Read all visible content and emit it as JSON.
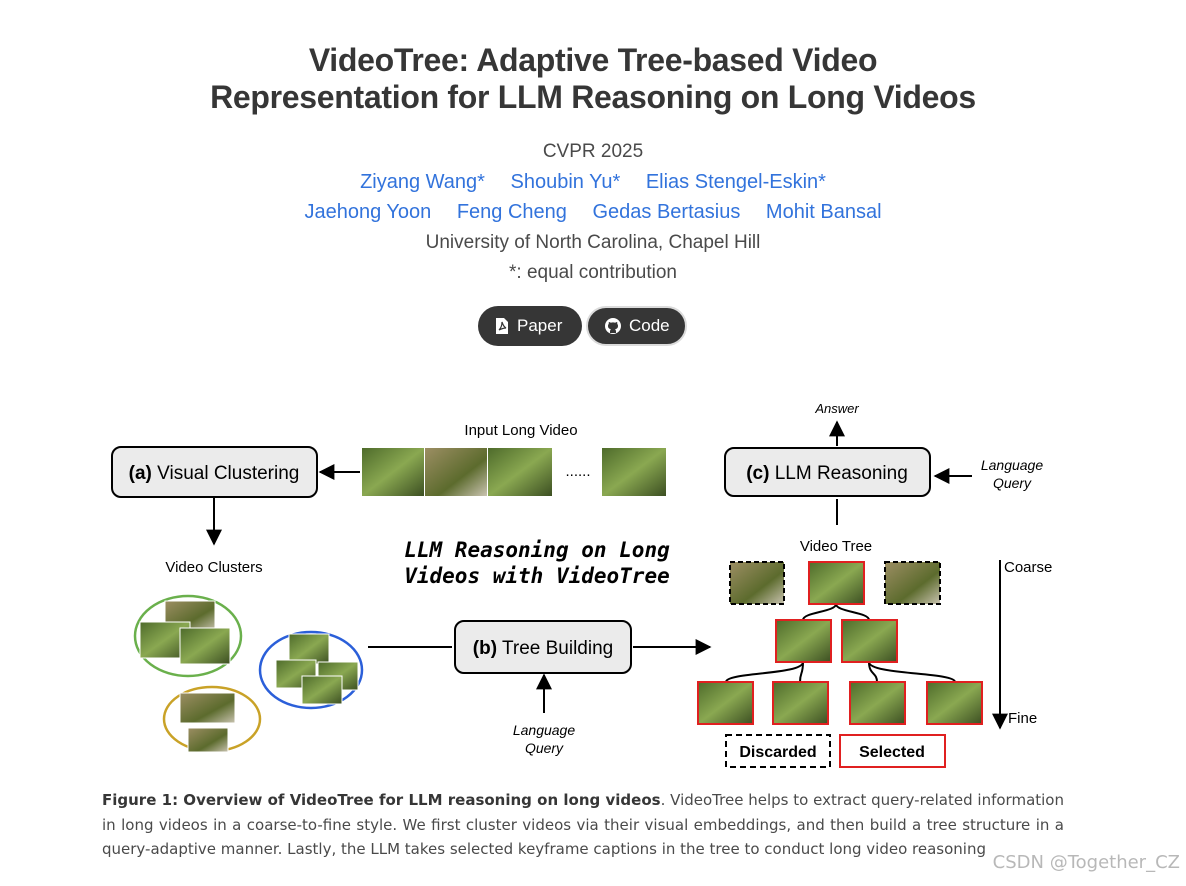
{
  "title_line1": "VideoTree: Adaptive Tree-based Video",
  "title_line2": "Representation for LLM Reasoning on Long Videos",
  "venue": "CVPR 2025",
  "authors_row1": [
    "Ziyang Wang*",
    "Shoubin Yu*",
    "Elias Stengel-Eskin*"
  ],
  "authors_row2": [
    "Jaehong Yoon",
    "Feng Cheng",
    "Gedas Bertasius",
    "Mohit Bansal"
  ],
  "affiliation": "University of North Carolina, Chapel Hill",
  "equal_note": "*: equal contribution",
  "buttons": {
    "paper": "Paper",
    "code": "Code"
  },
  "figure": {
    "input_video": "Input Long Video",
    "dots": "......",
    "visual_clustering_tag": "(a)",
    "visual_clustering": " Visual Clustering",
    "video_clusters": "Video Clusters",
    "center_line1": "LLM Reasoning on Long",
    "center_line2": "Videos with VideoTree",
    "tree_building_tag": "(b)",
    "tree_building": " Tree Building",
    "language": "Language",
    "query": "Query",
    "answer": "Answer",
    "llm_reasoning_tag": "(c)",
    "llm_reasoning": " LLM Reasoning",
    "video_tree": "Video Tree",
    "coarse": "Coarse",
    "fine": "Fine",
    "discarded": "Discarded",
    "selected": "Selected"
  },
  "caption": {
    "bold": "Figure 1: Overview of VideoTree for LLM reasoning on long videos",
    "text": ". VideoTree helps to extract query-related information in long videos in a coarse-to-fine style. We first cluster videos via their visual embeddings, and then build a tree structure in a query-adaptive manner. Lastly, the LLM takes selected keyframe captions in the tree to conduct long video reasoning"
  },
  "watermark": "CSDN @Together_CZ",
  "colors": {
    "link": "#3273dc",
    "button": "#363636",
    "selected_border": "#e02020",
    "cluster_green": "#6ab04c",
    "cluster_blue": "#2b5fd9",
    "cluster_gold": "#c9a227"
  }
}
